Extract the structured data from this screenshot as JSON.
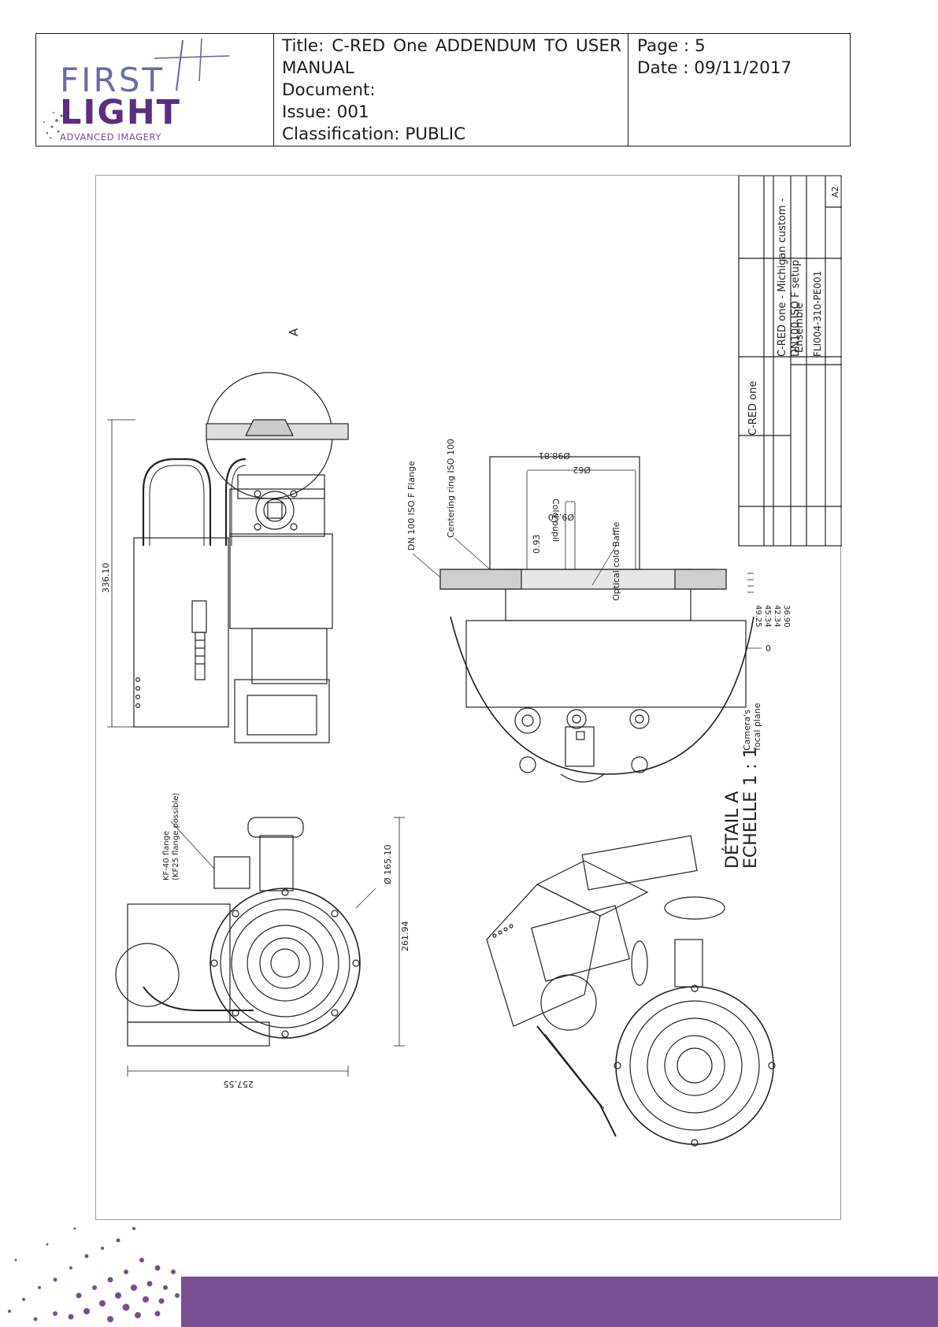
{
  "header": {
    "logo": {
      "line1": "FIRST",
      "line2": "LIGHT",
      "tagline": "ADVANCED IMAGERY"
    },
    "title_label": "Title:",
    "title_words": [
      "C-RED",
      "One",
      "ADDENDUM",
      "TO",
      "USER"
    ],
    "title_line2": "MANUAL",
    "document": "Document:",
    "issue": "Issue: 001",
    "classification": "Classification: PUBLIC",
    "page": "Page : 5",
    "date": "Date : 09/11/2017"
  },
  "drawing": {
    "title_block": {
      "project": "C-RED one",
      "title": "C-RED one - Michigan custom -",
      "title2": "DN100 ISO F setup",
      "group": "Ensemble",
      "drawing_no": "FLI004-310-PE001",
      "format": "A2"
    },
    "labels": {
      "detail_marker": "A",
      "detail_title": "DÉTAIL A",
      "detail_scale": "ECHELLE 1 : 1",
      "flange": "DN 100 ISO F Flange",
      "centering_ring": "Centering ring ISO 100",
      "cold_pupil": "Cold pupil",
      "baffle": "Optical cold  Baffle",
      "focal_plane_1": "Camera's",
      "focal_plane_2": "focal plane",
      "kf_flange_1": "KF-40 flange",
      "kf_flange_2": "(KF25 flange possible)"
    },
    "dimensions": {
      "height": "336.10",
      "d98": "Ø98.81",
      "d62": "Ø62",
      "d950": "Ø9.50",
      "d093": "0.93",
      "z4925": "49.25",
      "z4534": "45.34",
      "z4234": "42.34",
      "z3690": "36.90",
      "z0": "0",
      "d16510": "Ø 165.10",
      "h26194": "261.94",
      "w25755": "257.55"
    }
  }
}
